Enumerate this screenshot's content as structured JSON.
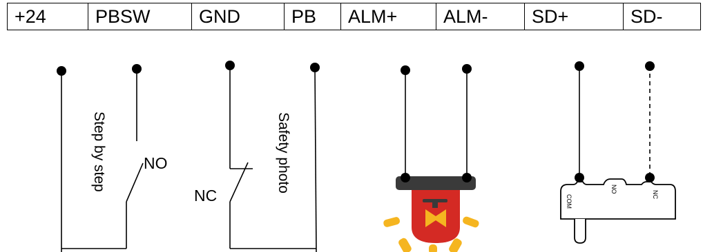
{
  "terminals": [
    "+24",
    "PBSW",
    "GND",
    "PB",
    "ALM+",
    "ALM-",
    "SD+",
    "SD-"
  ],
  "labels": {
    "step_by_step": "Step by step",
    "no": "NO",
    "nc": "NC",
    "safety_photo": "Safety photo"
  },
  "microswitch": {
    "com": "COM",
    "no": "NO",
    "nc": "NC"
  },
  "colors": {
    "lamp_red": "#d42a24",
    "lamp_cap": "#3a3a3a",
    "lamp_glow": "#f5b520",
    "line": "#000000"
  }
}
